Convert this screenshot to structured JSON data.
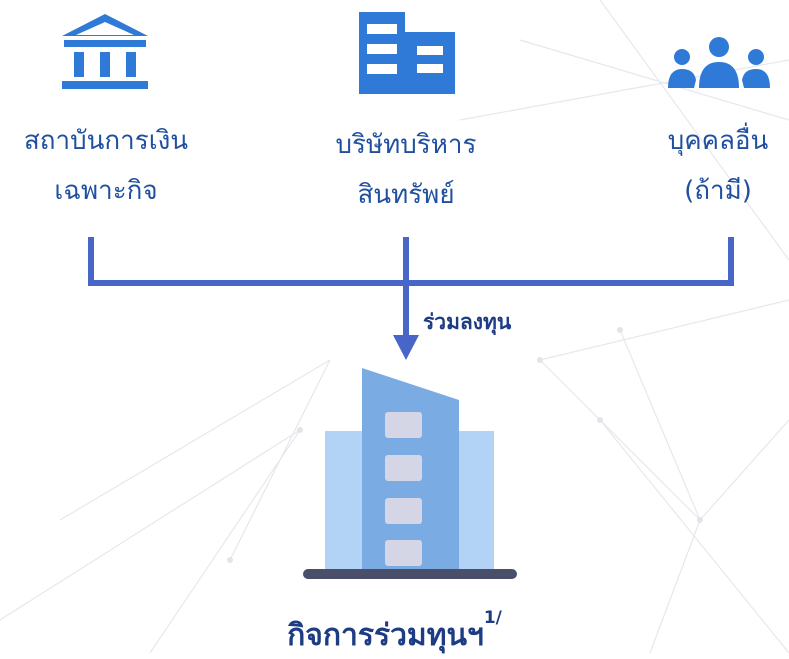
{
  "entities": [
    {
      "line1": "สถาบันการเงิน",
      "line2": "เฉพาะกิจ",
      "icon": "bank-icon"
    },
    {
      "line1": "บริษัทบริหาร",
      "line2": "สินทรัพย์",
      "icon": "office-building-icon"
    },
    {
      "line1": "บุคคลอื่น",
      "line2": "(ถ้ามี)",
      "icon": "people-group-icon"
    }
  ],
  "connector_label": "ร่วมลงทุน",
  "result": {
    "label": "กิจการร่วมทุนฯ",
    "footnote": "1/",
    "icon": "tower-building-icon"
  },
  "colors": {
    "primary": "#2f7ad7",
    "connector": "#4866c7",
    "text": "#1f4f9e",
    "text_dark": "#1d3c84"
  }
}
